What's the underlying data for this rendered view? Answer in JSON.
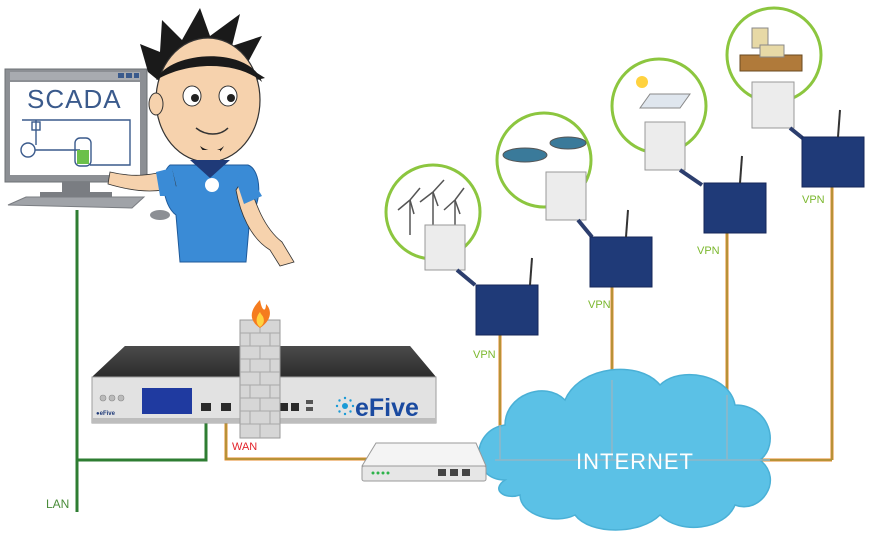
{
  "labels": {
    "scada": "SCADA",
    "lan": "LAN",
    "wan": "WAN",
    "internet": "INTERNET",
    "efive": "eFive",
    "vpn": [
      "VPN",
      "VPN",
      "VPN",
      "VPN"
    ]
  },
  "colors": {
    "lan_cable": "#2e7d32",
    "wan_cable": "#e58a2a",
    "vpn_label": "#7cb82f",
    "cloud": "#5bc1e6",
    "router_blue": "#1f3a78",
    "site_ring": "#8cc63f",
    "efive_brand": "#1a4aa0"
  },
  "icons": {
    "character": "technician-character-icon",
    "monitor": "scada-monitor-icon",
    "firewall": "firewall-brick-icon",
    "flame": "flame-icon",
    "appliance": "efive-appliance-icon",
    "modem": "modem-icon",
    "cloud": "internet-cloud-icon",
    "sites": [
      "wind-turbine-icon",
      "water-basin-icon",
      "solar-panel-icon",
      "factory-plant-icon"
    ]
  }
}
